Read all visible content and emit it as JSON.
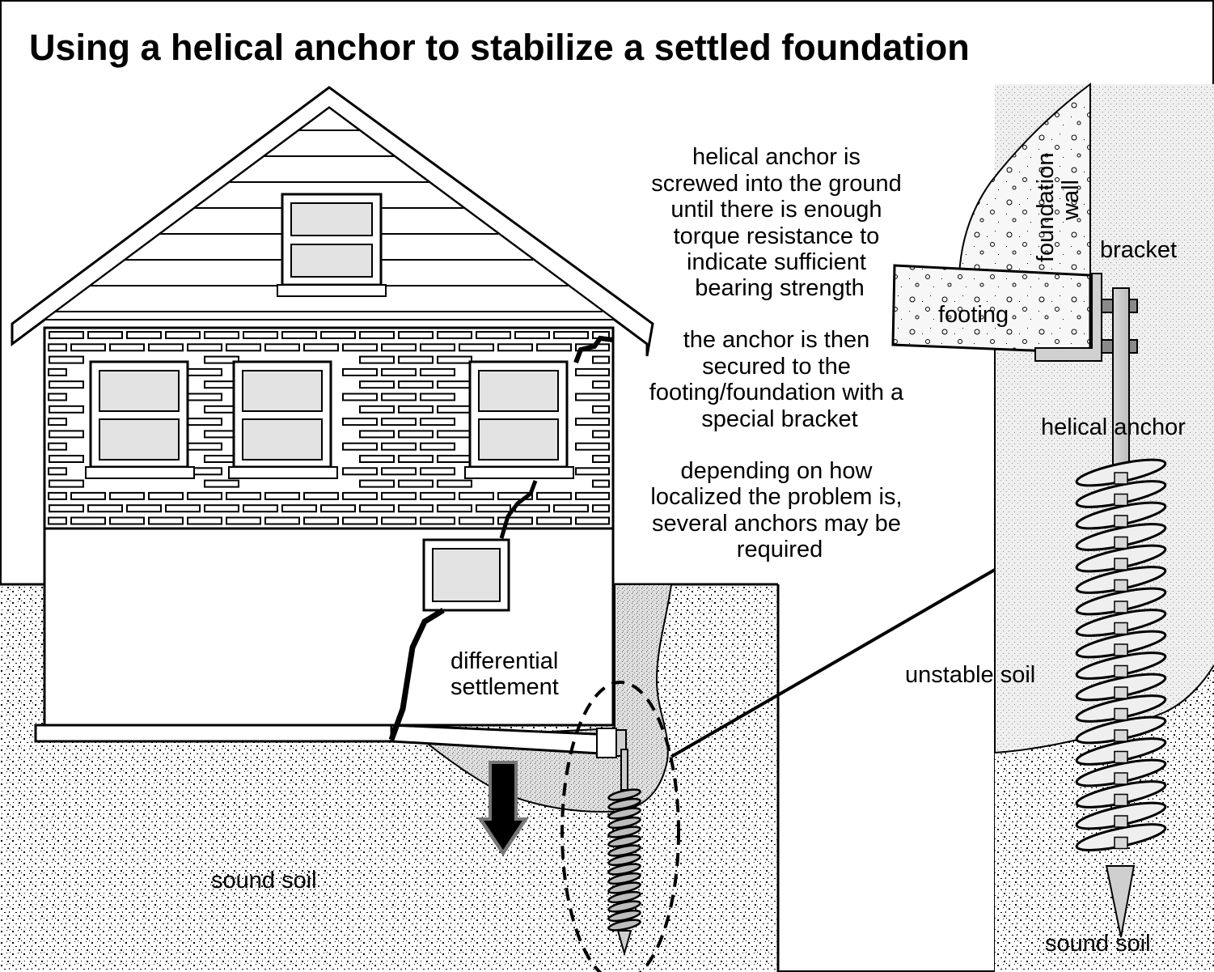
{
  "title": "Using a helical anchor to stabilize a settled foundation",
  "notes": {
    "step1": [
      "helical anchor is",
      "screwed into the ground",
      "until there is enough",
      "torque  resistance to",
      "indicate sufficient",
      "bearing strength"
    ],
    "step2": [
      "the anchor is then",
      "secured to the",
      "footing/foundation with a",
      "special bracket"
    ],
    "step3": [
      "depending on how",
      "localized the problem is,",
      "several anchors may be",
      "required"
    ]
  },
  "labels": {
    "differential_settlement": [
      "differential",
      "settlement"
    ],
    "sound_soil_left": "sound soil",
    "unstable_soil": "unstable soil",
    "footing": "footing",
    "foundation_wall": [
      "foundation",
      "wall"
    ],
    "bracket": "bracket",
    "helical_anchor": "helical anchor",
    "sound_soil_right": "sound soil"
  }
}
